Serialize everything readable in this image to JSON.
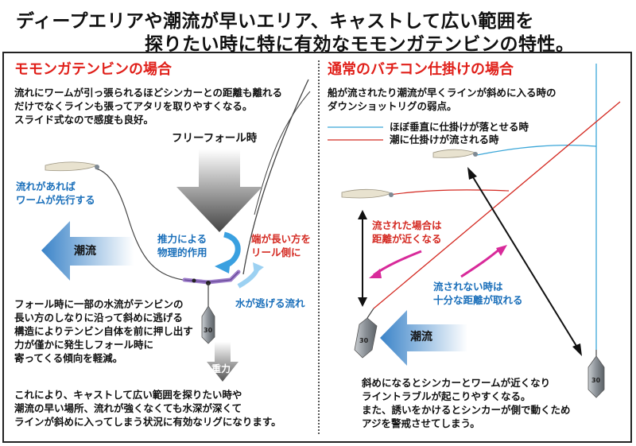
{
  "headline": {
    "line1": "ディープエリアや潮流が早いエリア、キャストして広い範囲を",
    "line2": "探りたい時に特に有効なモモンガテンビンの特性。"
  },
  "left": {
    "heading": "モモンガテンビンの場合",
    "intro": [
      "流れにワームが引っ張られるほどシンカーとの距離も離れる",
      "だけでなくラインも張ってアタリを取りやすくなる。",
      "スライド式なので感度も良好。"
    ],
    "free_fall": "フリーフォール時",
    "worm_leads": [
      "流れがあれば",
      "ワームが先行する"
    ],
    "current": "潮流",
    "thrust": [
      "推力による",
      "物理的作用"
    ],
    "long_end": [
      "端が長い方を",
      "リール側に"
    ],
    "water_escape": "水が逃げる流れ",
    "gravity": "重力",
    "sinker_label": "30",
    "fall_text": [
      "フォール時に一部の水流がテンビンの",
      "長い方のしなりに沿って斜めに逃げる",
      "構造によりテンビン自体を前に押し出す",
      "力が僅かに発生しフォール時に",
      "寄ってくる傾向を軽減。"
    ],
    "conclusion": [
      "これにより、キャストして広い範囲を探りたい時や",
      "潮流の早い場所、流れが強くなくても水深が深くて",
      "ラインが斜めに入ってしまう状況に有効なリグになります。"
    ]
  },
  "right": {
    "heading": "通常のバチコン仕掛けの場合",
    "intro": [
      "船が流されたり潮流が早くラインが斜めに入る時の",
      "ダウンショットリグの弱点。"
    ],
    "legend_vertical": "ほぼ垂直に仕掛けが落とせる時",
    "legend_drift": "潮に仕掛けが流される時",
    "drift_close": [
      "流された場合は",
      "距離が近くなる"
    ],
    "no_drift_far": [
      "流されない時は",
      "十分な距離が取れる"
    ],
    "current": "潮流",
    "sinker_label_a": "30",
    "sinker_label_b": "30",
    "bottom": [
      "斜めになるとシンカーとワームが近くなり",
      "ライントラブルが起こりやすくなる。",
      "また、誘いをかけるとシンカーが側で動くため",
      "アジを警戒させてしまう。"
    ]
  },
  "colors": {
    "red": "#d42a22",
    "blue": "#1a6fba",
    "line_blue": "#3aa6d8",
    "magenta": "#d82a9a",
    "gray": "#555555"
  }
}
